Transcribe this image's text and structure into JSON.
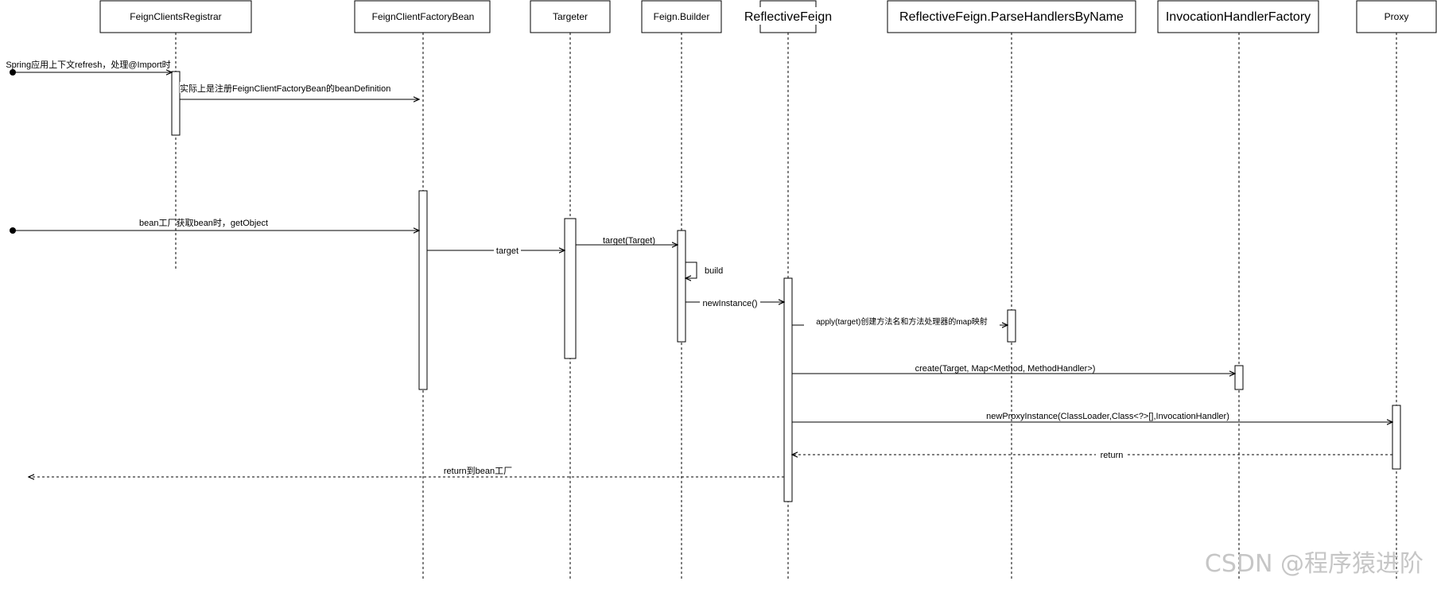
{
  "participants": [
    {
      "id": "registrar",
      "label": "FeignClientsRegistrar"
    },
    {
      "id": "factoryBean",
      "label": "FeignClientFactoryBean"
    },
    {
      "id": "targeter",
      "label": "Targeter"
    },
    {
      "id": "builder",
      "label": "Feign.Builder"
    },
    {
      "id": "reflective",
      "label": "ReflectiveFeign"
    },
    {
      "id": "parseHandlers",
      "label": "ReflectiveFeign.ParseHandlersByName"
    },
    {
      "id": "invocationFactory",
      "label": "InvocationHandlerFactory"
    },
    {
      "id": "proxy",
      "label": "Proxy"
    }
  ],
  "messages": [
    {
      "id": "m1",
      "label": "Spring应用上下文refresh，处理@Import时"
    },
    {
      "id": "m2",
      "label": "实际上是注册FeignClientFactoryBean的beanDefinition"
    },
    {
      "id": "m3",
      "label": "bean工厂获取bean时，getObject"
    },
    {
      "id": "m4",
      "label": "target"
    },
    {
      "id": "m5",
      "label": "target(Target)"
    },
    {
      "id": "m6",
      "label": "build"
    },
    {
      "id": "m7",
      "label": "newInstance()"
    },
    {
      "id": "m8",
      "label": "apply(target)创建方法名和方法处理器的map映射"
    },
    {
      "id": "m9",
      "label": "create(Target, Map<Method, MethodHandler>)"
    },
    {
      "id": "m10",
      "label": "newProxyInstance(ClassLoader,Class<?>[],InvocationHandler)"
    },
    {
      "id": "m11",
      "label": "return"
    },
    {
      "id": "m12",
      "label": "return到bean工厂"
    }
  ],
  "watermark": "CSDN @程序猿进阶"
}
